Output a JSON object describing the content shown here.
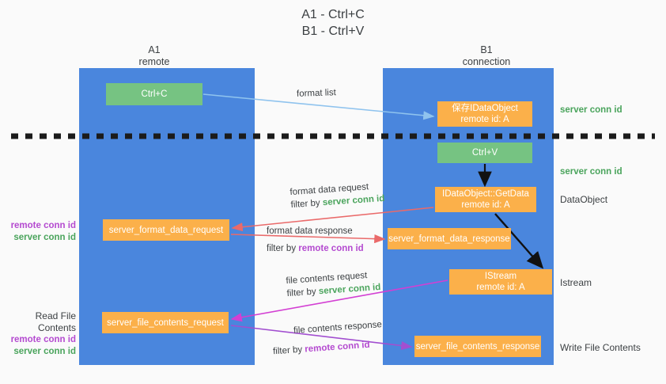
{
  "title": {
    "line1": "A1 - Ctrl+C",
    "line2": "B1 - Ctrl+V"
  },
  "lanes": [
    {
      "id": "a1",
      "name": "A1",
      "sub": "remote"
    },
    {
      "id": "b1",
      "name": "B1",
      "sub": "connection"
    }
  ],
  "colors": {
    "lane": "#4a86dd",
    "green_box": "#76c382",
    "orange_box": "#fbb04a",
    "server_conn_id": "#4aa45c",
    "remote_conn_id": "#b44ad0",
    "arrow_blue": "#8fc3ee",
    "arrow_red": "#ea6a6a",
    "arrow_magenta": "#d33fd3",
    "arrow_purple": "#a24fd0",
    "arrow_black": "#111111",
    "background": "#fafafa"
  },
  "boxes": {
    "ctrl_c": {
      "line1": "Ctrl+C"
    },
    "save_idataobject": {
      "line1": "保存IDataObject",
      "line2": "remote id: A"
    },
    "ctrl_v": {
      "line1": "Ctrl+V"
    },
    "getdata": {
      "line1": "IDataObject::GetData",
      "line2": "remote id: A"
    },
    "server_format_data_request": {
      "line1": "server_format_data_request"
    },
    "server_format_data_response": {
      "line1": "server_format_data_response"
    },
    "istream": {
      "line1": "IStream",
      "line2": "remote id: A"
    },
    "server_file_contents_request": {
      "line1": "server_file_contents_request"
    },
    "server_file_contents_response": {
      "line1": "server_file_contents_response"
    }
  },
  "side_labels": {
    "server_conn_id_top": "server conn id",
    "server_conn_id_mid": "server conn id",
    "dataobject": "DataObject",
    "istream": "Istream",
    "write_file_contents": "Write File Contents",
    "read_file_contents": "Read File Contents",
    "remote_conn_id": "remote conn id",
    "server_conn_id": "server conn id"
  },
  "flows": {
    "format_list": "format list",
    "format_data_request": "format data request",
    "format_data_request_filter_prefix": "filter by ",
    "format_data_request_filter_key": "server conn id",
    "format_data_response": "format data response",
    "format_data_response_filter_prefix": "filter by ",
    "format_data_response_filter_key": "remote conn id",
    "file_contents_request": "file contents request",
    "file_contents_request_filter_prefix": "filter by ",
    "file_contents_request_filter_key": "server conn id",
    "file_contents_response": "file contents response",
    "file_contents_response_filter_prefix": "filter by ",
    "file_contents_response_filter_key": "remote conn id"
  }
}
